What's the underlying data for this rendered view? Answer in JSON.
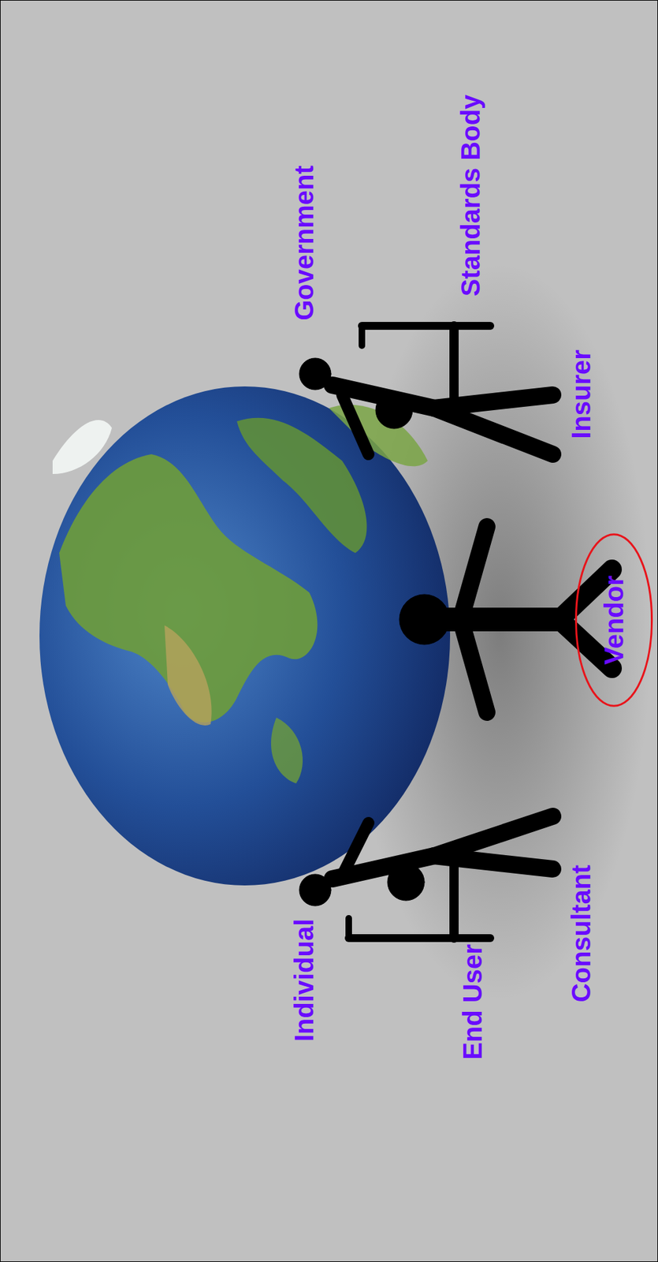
{
  "diagram": {
    "nodes": [
      {
        "text": [
          "Vendor"
        ]
      }
    ],
    "labels": [
      "Government",
      "Standards Body",
      "Insurer",
      "Individual",
      "End User",
      "Consultant"
    ]
  }
}
